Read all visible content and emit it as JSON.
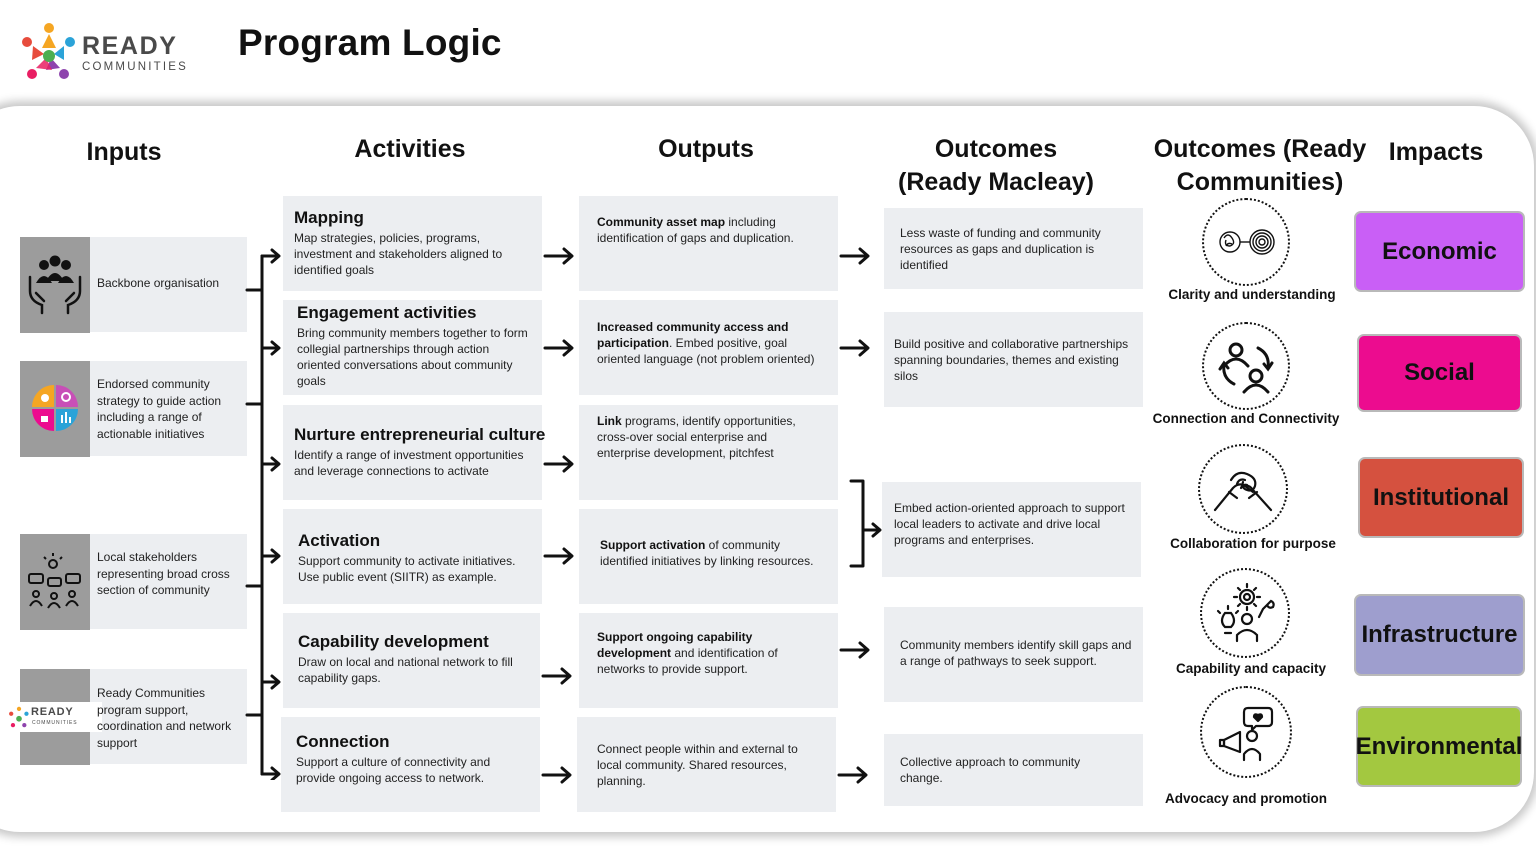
{
  "title": "Program Logic",
  "logo": {
    "word": "READY",
    "sub": "COMMUNITIES"
  },
  "headers": {
    "inputs": "Inputs",
    "activities": "Activities",
    "outputs": "Outputs",
    "outcomes_macleay_line1": "Outcomes",
    "outcomes_macleay_line2": "(Ready Macleay)",
    "outcomes_rc_line1": "Outcomes (Ready",
    "outcomes_rc_line2": "Communities)",
    "impacts": "Impacts"
  },
  "inputs": [
    {
      "text": "Backbone organisation",
      "icon": "people-hands-icon"
    },
    {
      "text": "Endorsed community strategy to guide action including a range of actionable initiatives",
      "icon": "strategy-quadrant-icon"
    },
    {
      "text": "Local stakeholders representing broad cross section of community",
      "icon": "stakeholders-icon"
    },
    {
      "text": "Ready Communities program support, coordination and network support",
      "icon": "ready-communities-logo-icon",
      "logo_word": "READY",
      "logo_sub": "COMMUNITIES"
    }
  ],
  "activities": [
    {
      "title": "Mapping",
      "desc": "Map strategies, policies, programs, investment and stakeholders aligned to identified goals"
    },
    {
      "title": "Engagement activities",
      "desc": "Bring community members together to form collegial partnerships through action oriented conversations about community goals"
    },
    {
      "title": "Nurture entrepreneurial culture",
      "desc": "Identify a range of investment opportunities and leverage connections to activate"
    },
    {
      "title": "Activation",
      "desc": "Support community to activate initiatives. Use public event (SIITR) as example."
    },
    {
      "title": "Capability development",
      "desc": "Draw on local and national network to fill capability gaps."
    },
    {
      "title": "Connection",
      "desc": "Support a culture of connectivity and provide ongoing access to network."
    }
  ],
  "outputs": [
    {
      "bold": "Community asset map",
      "rest": " including identification of gaps and duplication."
    },
    {
      "bold": "Increased community access and participation",
      "rest": ". Embed positive, goal oriented language (not problem oriented)"
    },
    {
      "bold": "Link",
      "rest": " programs, identify opportunities, cross-over social enterprise and enterprise development, pitchfest"
    },
    {
      "bold": "Support activation",
      "rest": " of community identified initiatives by linking resources."
    },
    {
      "bold": "Support ongoing capability development",
      "rest": " and identification of networks to provide support."
    },
    {
      "bold": "",
      "rest": "Connect people within and external to local community. Shared resources, planning."
    }
  ],
  "outcomes_macleay": [
    "Less waste of funding and community resources as gaps and duplication is identified",
    "Build positive and collaborative partnerships spanning boundaries, themes and existing silos",
    "Embed action-oriented approach to support local leaders to activate and drive local programs and enterprises.",
    "Community members identify skill gaps and a range of pathways to seek support.",
    "Collective approach to community change."
  ],
  "outcomes_rc": [
    {
      "label": "Clarity and understanding",
      "icon": "clarity-spiral-icon"
    },
    {
      "label": "Connection and Connectivity",
      "icon": "connection-people-icon"
    },
    {
      "label": "Collaboration for purpose",
      "icon": "handshake-icon"
    },
    {
      "label": "Capability and capacity",
      "icon": "capability-gears-icon"
    },
    {
      "label": "Advocacy and promotion",
      "icon": "megaphone-icon"
    }
  ],
  "impacts": [
    {
      "label": "Economic",
      "color": "#c95ff6"
    },
    {
      "label": "Social",
      "color": "#ec0c8f"
    },
    {
      "label": "Institutional",
      "color": "#d5513f"
    },
    {
      "label": "Infrastructure",
      "color": "#9e9ece"
    },
    {
      "label": "Environmental",
      "color": "#a3c840"
    }
  ]
}
